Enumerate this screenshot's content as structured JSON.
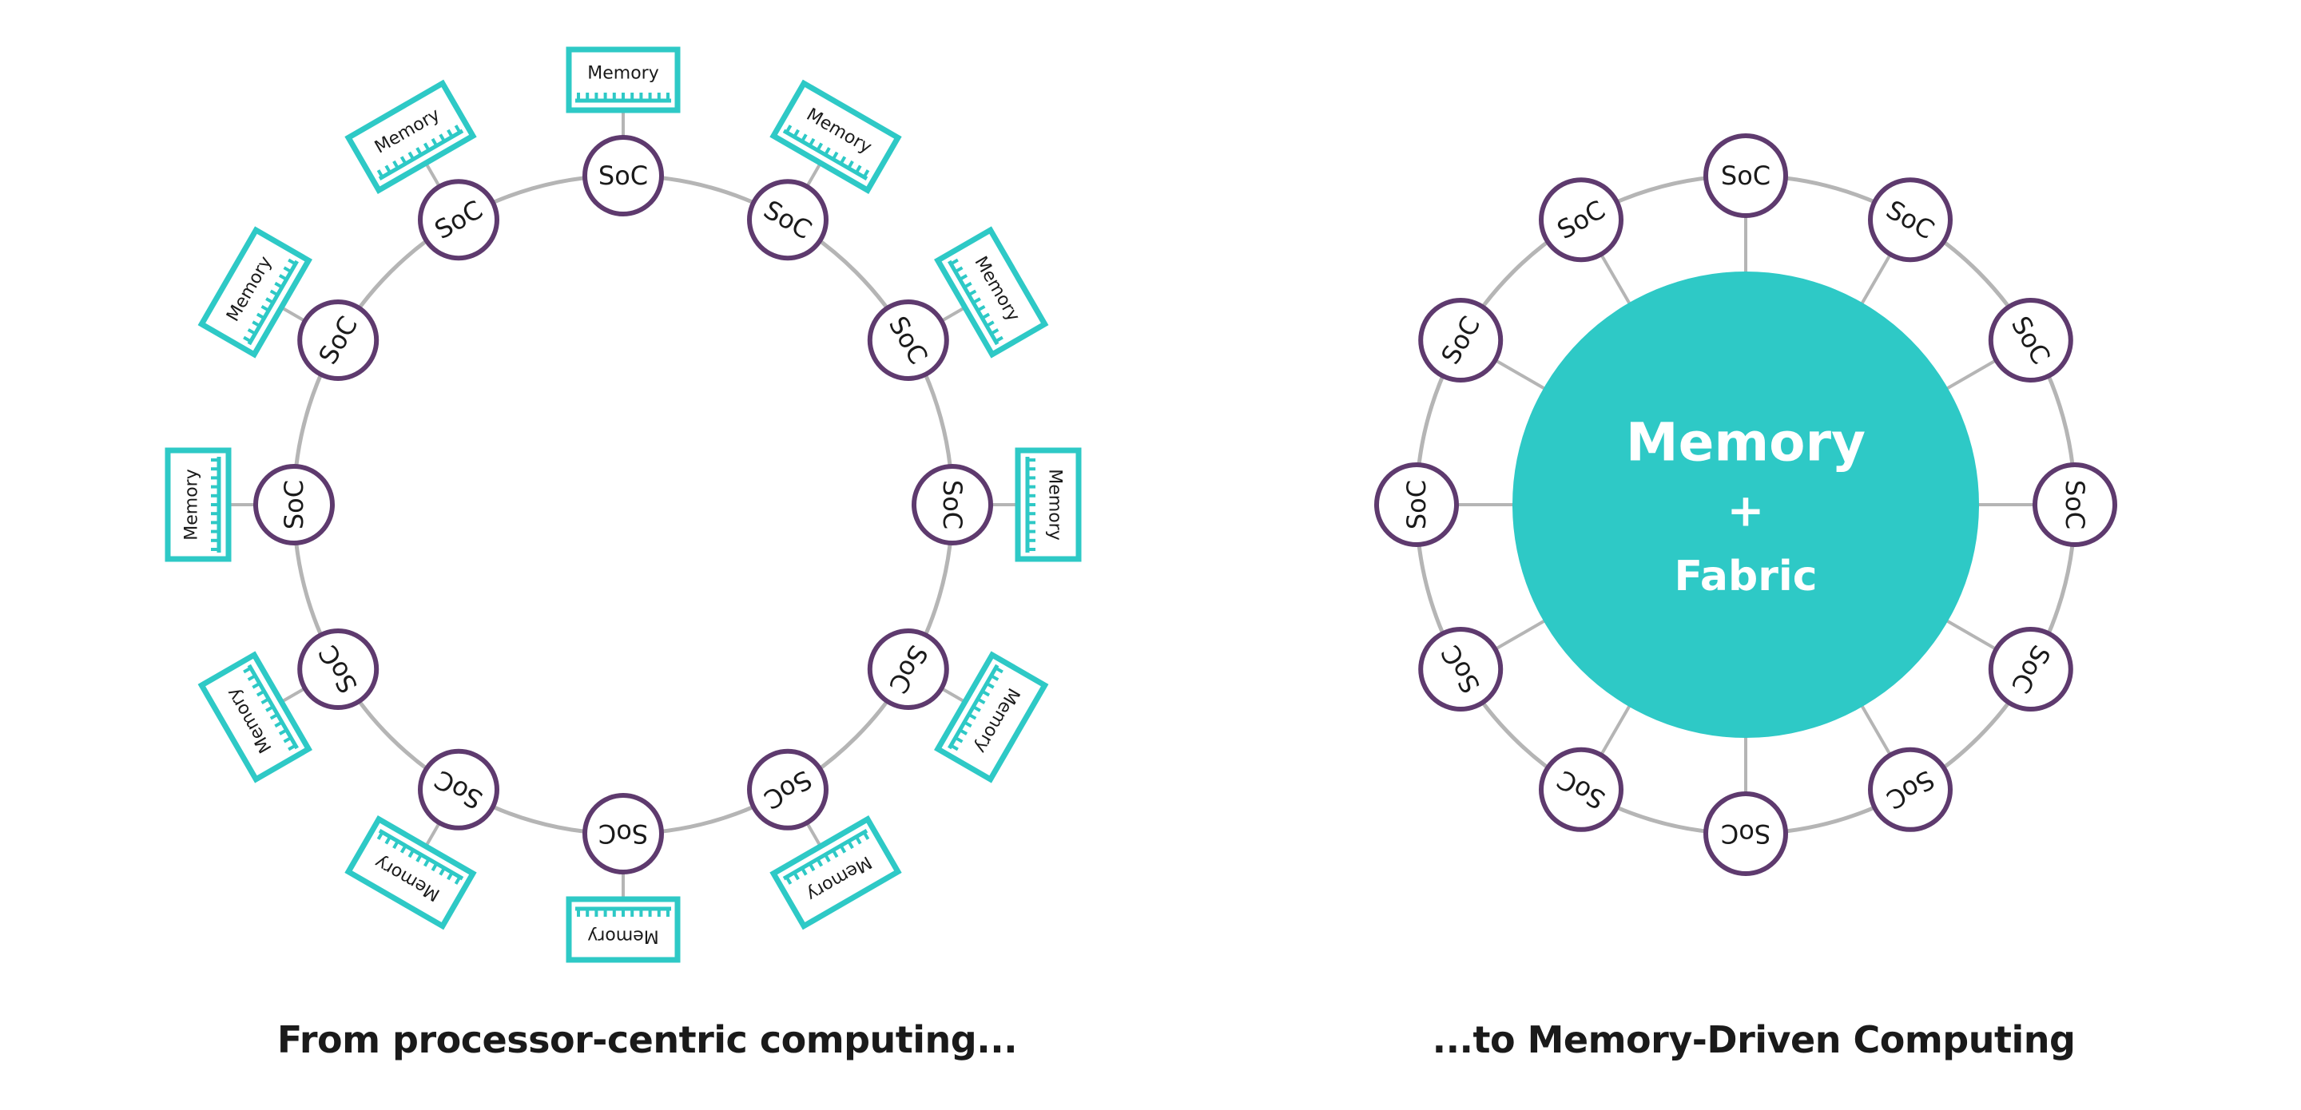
{
  "left_panel": {
    "caption": "From processor-centric computing...",
    "soc_label": "SoC",
    "memory_label": "Memory",
    "node_count": 12
  },
  "right_panel": {
    "caption": "...to Memory-Driven Computing",
    "soc_label": "SoC",
    "node_count": 12,
    "hub": {
      "line1": "Memory",
      "line2": "+",
      "line3": "Fabric"
    }
  },
  "colors": {
    "teal": "#2ec9c6",
    "purple": "#5e3a6e",
    "ring": "#b5b5b5",
    "text": "#1a1a1a",
    "hub_text": "#ffffff"
  }
}
